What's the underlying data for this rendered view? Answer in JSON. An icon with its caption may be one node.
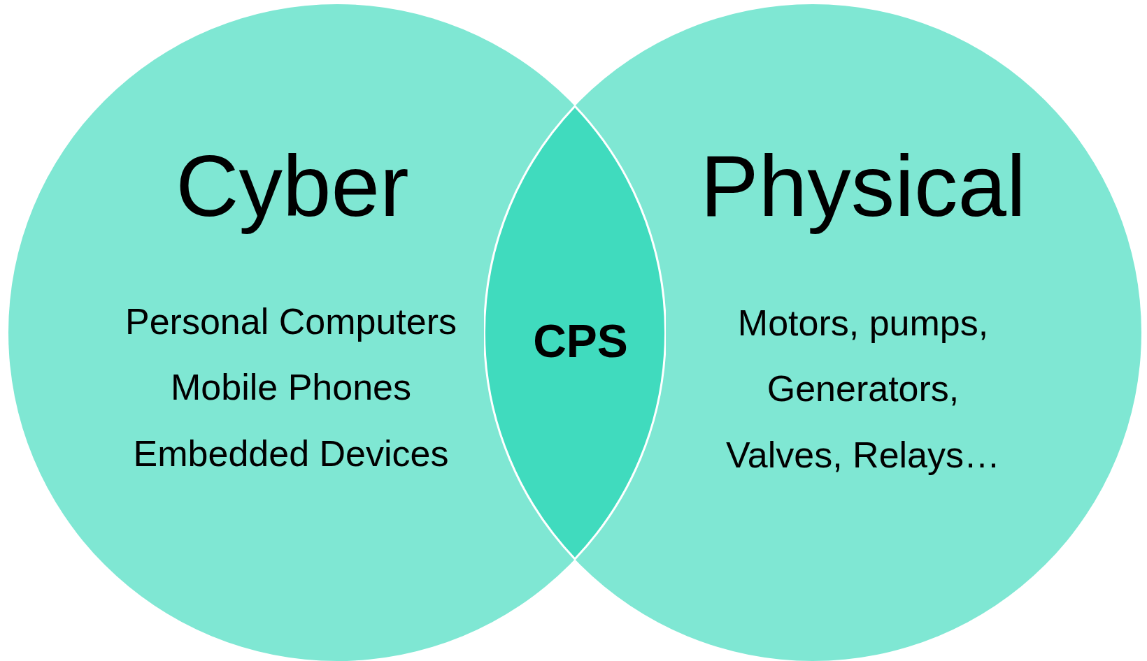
{
  "diagram": {
    "nodes": [
      {
        "text": [
          "Cyber",
          "Personal Computers",
          "Mobile Phones",
          "Embedded Devices"
        ]
      },
      {
        "text": [
          "Physical",
          "Motors, pumps,",
          "Generators,",
          "Valves, Relays…"
        ]
      },
      {
        "text": [
          "CPS"
        ]
      }
    ],
    "edges": []
  }
}
